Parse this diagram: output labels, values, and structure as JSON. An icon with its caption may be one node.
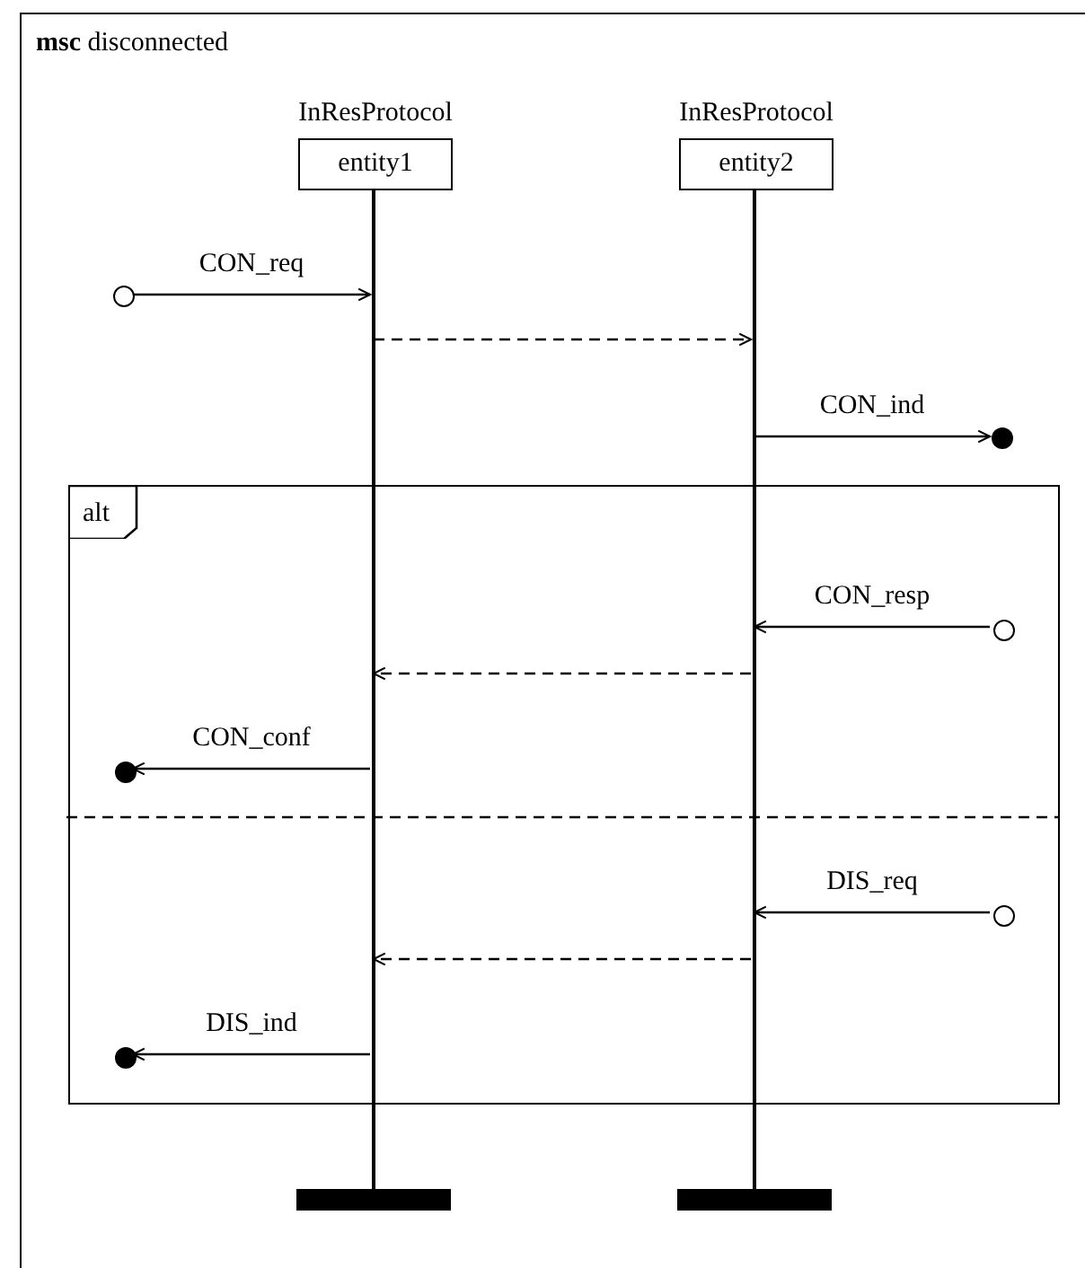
{
  "diagram": {
    "nodes": [
      {
        "text": [
          "**msc** disconnected"
        ]
      },
      {
        "text": [
          "entity1"
        ],
        "beside": [
          "InResProtocol"
        ],
        "in": 0
      },
      {
        "text": [
          "entity2"
        ],
        "beside": [
          "InResProtocol"
        ],
        "in": 0
      },
      {
        "text": [],
        "shape": "line",
        "in": 0
      },
      {
        "text": [],
        "shape": "line",
        "in": 0
      },
      {
        "text": [],
        "shape": "circle",
        "in": 0
      },
      {
        "text": [],
        "shape": "dot",
        "in": 0
      },
      {
        "text": [
          "alt"
        ],
        "in": 0
      },
      {
        "text": [],
        "shape": "circle",
        "in": 7
      },
      {
        "text": [],
        "shape": "dot",
        "in": 7
      },
      {
        "text": [],
        "shape": "circle",
        "in": 7
      },
      {
        "text": [],
        "shape": "dot",
        "in": 7
      }
    ],
    "edges": [
      {
        "from": 5,
        "to": 3,
        "label": "CON_req",
        "arrow": "to"
      },
      {
        "from": 3,
        "to": 4,
        "arrow": "to",
        "style": "dashed"
      },
      {
        "from": 4,
        "to": 6,
        "label": "CON_ind",
        "arrow": "to"
      },
      {
        "from": 8,
        "to": 4,
        "label": "CON_resp",
        "arrow": "to"
      },
      {
        "from": 4,
        "to": 3,
        "arrow": "to",
        "style": "dashed"
      },
      {
        "from": 3,
        "to": 9,
        "label": "CON_conf",
        "arrow": "to"
      },
      {
        "from": 10,
        "to": 4,
        "label": "DIS_req",
        "arrow": "to"
      },
      {
        "from": 4,
        "to": 3,
        "arrow": "to",
        "style": "dashed"
      },
      {
        "from": 3,
        "to": 11,
        "label": "DIS_ind",
        "arrow": "to"
      }
    ]
  }
}
